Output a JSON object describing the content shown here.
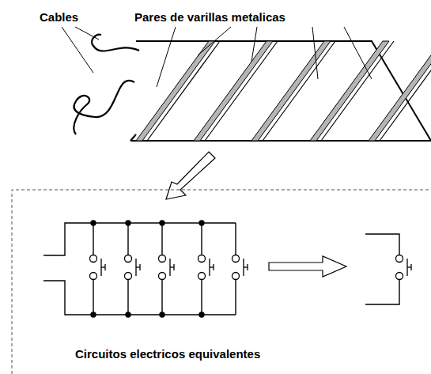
{
  "diagram": {
    "labels": [
      "Cables",
      "Pares de varillas metalicas",
      "Circuitos electricos equivalentes"
    ]
  }
}
